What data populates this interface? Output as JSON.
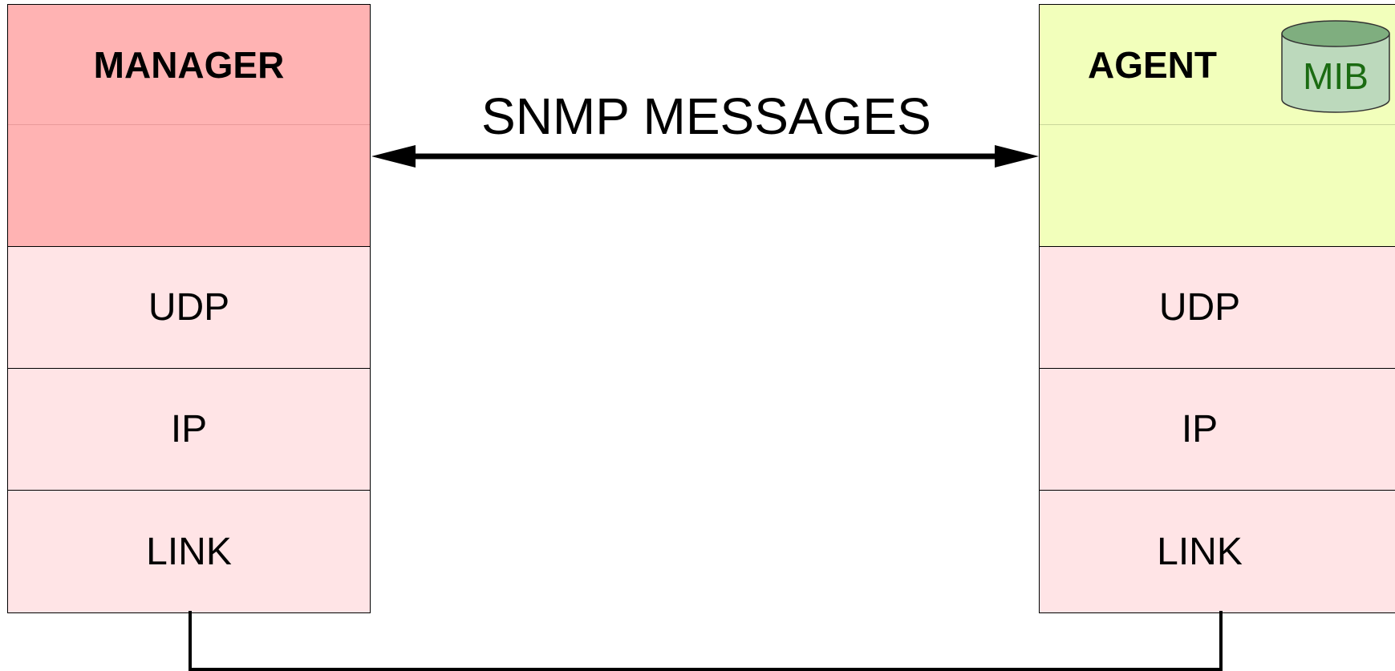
{
  "manager": {
    "title": "MANAGER",
    "layers": [
      "UDP",
      "IP",
      "LINK"
    ]
  },
  "agent": {
    "title": "AGENT",
    "mib_label": "MIB",
    "layers": [
      "UDP",
      "IP",
      "LINK"
    ]
  },
  "messages_label": "SNMP MESSAGES",
  "colors": {
    "manager_app": "#ffb3b3",
    "agent_app": "#f2ffbb",
    "protocol_layer": "#ffe4e6",
    "mib_fill": "#bcd9bc",
    "mib_top": "#7fae7f",
    "mib_text": "#1b6b12"
  }
}
